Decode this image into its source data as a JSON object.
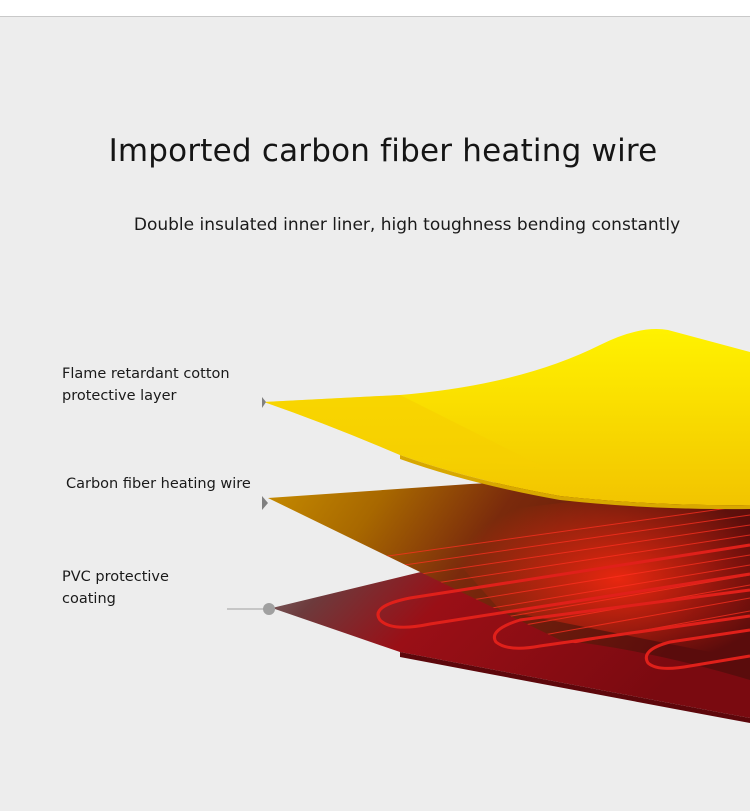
{
  "header": {
    "title": "Imported carbon fiber heating wire",
    "subtitle": "Double insulated inner liner, high toughness bending constantly"
  },
  "layers": [
    {
      "label_line1": "Flame retardant cotton",
      "label_line2": "protective layer",
      "color": "#ffe600"
    },
    {
      "label_line1": "Carbon fiber heating wire",
      "label_line2": "",
      "color": "#d96a00"
    },
    {
      "label_line1": "PVC protective",
      "label_line2": "coating",
      "color": "#8e0d14"
    }
  ],
  "colors": {
    "background": "#ededed",
    "yellow": "#ffe600",
    "wire_red": "#ff2a1a",
    "pvc_gray": "#8a8a8a"
  }
}
